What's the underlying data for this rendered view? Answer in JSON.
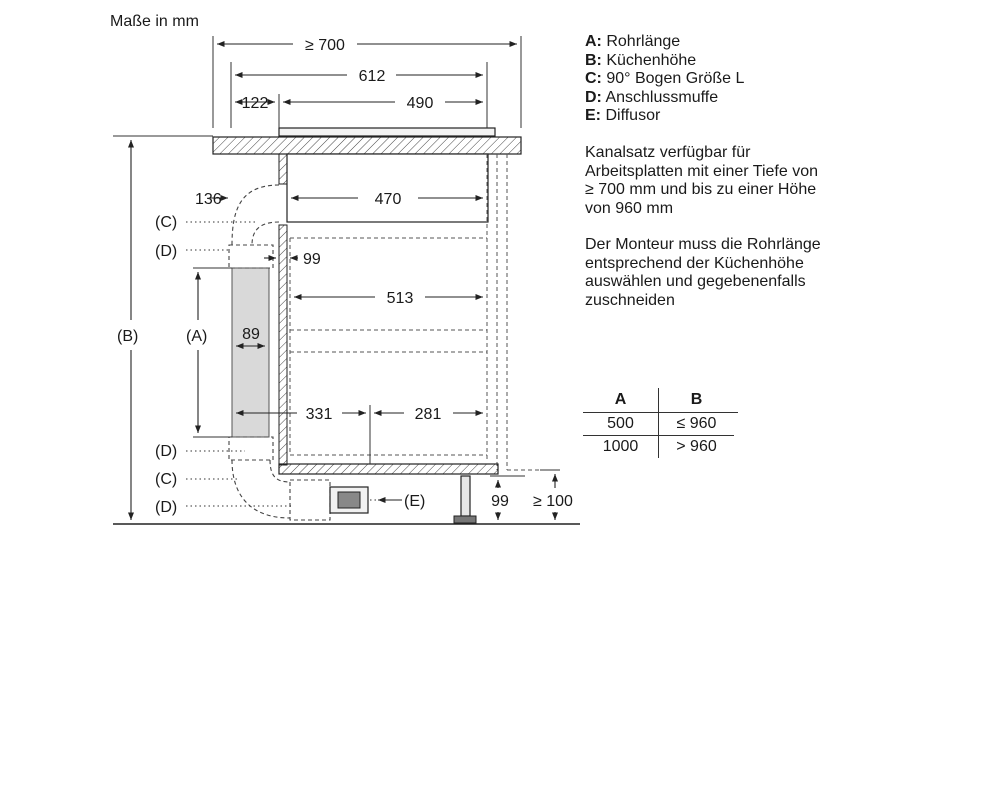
{
  "units_label": "Maße in mm",
  "dimensions": {
    "min_depth": "≥ 700",
    "depth_612": "612",
    "offset_122": "122",
    "width_490": "490",
    "dim_136": "136",
    "width_470": "470",
    "dim_99_top": "99",
    "width_513": "513",
    "dim_89": "89",
    "dim_331": "331",
    "dim_281": "281",
    "dim_99_bottom": "99",
    "min_100": "≥ 100"
  },
  "callouts": {
    "c_top": "(C)",
    "d_top": "(D)",
    "b": "(B)",
    "a": "(A)",
    "d_mid": "(D)",
    "c_bottom": "(C)",
    "d_bottom": "(D)",
    "e": "(E)"
  },
  "legend": [
    {
      "key": "A:",
      "text": "Rohrlänge"
    },
    {
      "key": "B:",
      "text": "Küchenhöhe"
    },
    {
      "key": "C:",
      "text": "90° Bogen Größe L"
    },
    {
      "key": "D:",
      "text": "Anschlussmuffe"
    },
    {
      "key": "E:",
      "text": "Diffusor"
    }
  ],
  "note_kit": [
    "Kanalsatz verfügbar für",
    "Arbeitsplatten mit einer Tiefe von",
    "≥ 700 mm und bis zu einer Höhe",
    "von 960 mm"
  ],
  "note_installer": [
    "Der Monteur muss die Rohrlänge",
    "entsprechend der Küchenhöhe",
    "auswählen und gegebenenfalls",
    "zuschneiden"
  ],
  "table": {
    "headers": [
      "A",
      "B"
    ],
    "rows": [
      [
        "500",
        "≤ 960"
      ],
      [
        "1000",
        "> 960"
      ]
    ]
  }
}
